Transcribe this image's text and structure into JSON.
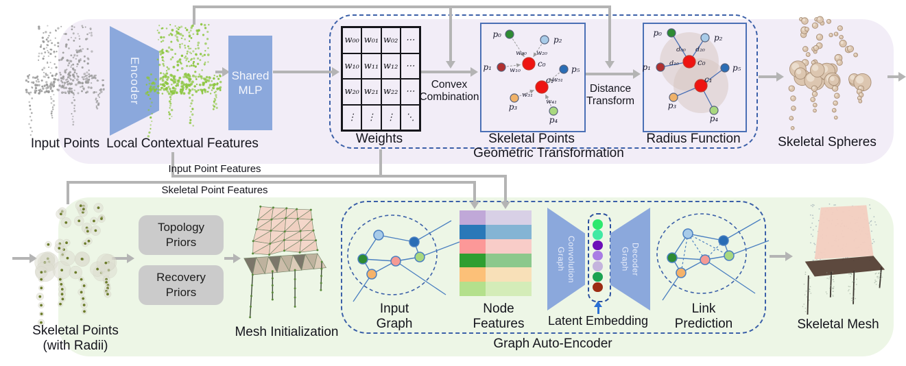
{
  "colors": {
    "band_top": "#f2edf7",
    "band_bottom": "#edf6e6",
    "shape_blue": "#8ba8dc",
    "arrow_gray": "#b4b4b4",
    "dashed_blue": "#3a5fa8",
    "box_border": "#4a6fb5",
    "priors_gray": "#cbcbcb",
    "graph_edge": "#4a7fc0",
    "skeletal_center_red": "#ee1411"
  },
  "top": {
    "input_points": "Input Points",
    "encoder": "Encoder",
    "local_contextual_features": "Local Contextual Features",
    "shared_mlp": [
      "Shared",
      "MLP"
    ],
    "weights_label": "Weights",
    "weights_cells": [
      [
        "w₀₀",
        "w₀₁",
        "w₀₂",
        "⋯"
      ],
      [
        "w₁₀",
        "w₁₁",
        "w₁₂",
        "⋯"
      ],
      [
        "w₂₀",
        "w₂₁",
        "w₂₂",
        "⋯"
      ],
      [
        "⋮",
        "⋮",
        "⋮",
        "⋱"
      ]
    ],
    "convex_combination": [
      "Convex",
      "Combination"
    ],
    "skeletal_points_label": "Skeletal Points",
    "distance_transform": [
      "Distance",
      "Transform"
    ],
    "radius_function_label": "Radius Function",
    "skeletal_spheres": "Skeletal Spheres",
    "geometric_transformation": "Geometric Transformation",
    "point_labels": [
      "p₀",
      "p₂",
      "p₁",
      "p₅",
      "p₃",
      "p₄"
    ],
    "point_colors": [
      "#2e8b33",
      "#a8cbe8",
      "#b03030",
      "#2a6db5",
      "#f0b269",
      "#a9d87f"
    ],
    "center_labels": [
      "c₀",
      "c₁"
    ],
    "weight_edge_labels": [
      "w₀₀",
      "w₂₀",
      "w₁₀",
      "w₅₁",
      "w₃₁",
      "w₄₁"
    ],
    "distance_edge_labels": [
      "d₀₀",
      "d₂₀",
      "d₁₀"
    ]
  },
  "between": {
    "input_point_features": "Input Point Features",
    "skeletal_point_features": "Skeletal Point Features"
  },
  "bottom": {
    "skeletal_points_radii": [
      "Skeletal Points",
      "(with Radii)"
    ],
    "topology_priors": [
      "Topology",
      "Priors"
    ],
    "recovery_priors": [
      "Recovery",
      "Priors"
    ],
    "mesh_initialization": "Mesh Initialization",
    "input_graph": [
      "Input",
      "Graph"
    ],
    "node_features_label": [
      "Node",
      "Features"
    ],
    "node_feature_colors": [
      [
        "#c0a8d8",
        "#d8d0e6"
      ],
      [
        "#2a78b8",
        "#84b4d4"
      ],
      [
        "#fc9898",
        "#f8ccc8"
      ],
      [
        "#2f9e30",
        "#8cc88c"
      ],
      [
        "#fcc078",
        "#f8e0b8"
      ],
      [
        "#b4e08c",
        "#d4ecb8"
      ]
    ],
    "graph_convolution": [
      "Graph",
      "Convolution"
    ],
    "latent_embedding": "Latent Embedding",
    "latent_colors": [
      "#2ee86e",
      "#41e9a3",
      "#6d0fb8",
      "#a97de4",
      "#c4b4dd",
      "#1ba352",
      "#9c2c12"
    ],
    "graph_decoder": [
      "Graph",
      "Decoder"
    ],
    "link_prediction": [
      "Link",
      "Prediction"
    ],
    "graph_auto_encoder": "Graph Auto-Encoder",
    "skeletal_mesh": "Skeletal Mesh",
    "graph_node_colors": [
      {
        "name": "light-blue",
        "fill": "#a8cbe8"
      },
      {
        "name": "dark-blue",
        "fill": "#2a6db5"
      },
      {
        "name": "green",
        "fill": "#2e8b33"
      },
      {
        "name": "pink",
        "fill": "#f59a94"
      },
      {
        "name": "light-green",
        "fill": "#a9d87f"
      },
      {
        "name": "orange",
        "fill": "#f5b26a"
      }
    ]
  }
}
